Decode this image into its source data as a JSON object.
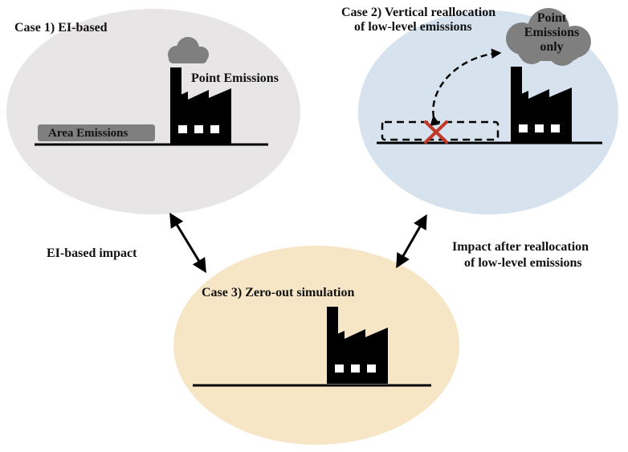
{
  "cases": [
    {
      "title": "Case 1) EI-based",
      "fill": "#e7e5e6"
    },
    {
      "title_line1": "Case 2) Vertical reallocation",
      "title_line2": "of low-level emissions",
      "fill": "#d6e3ee"
    },
    {
      "title": "Case 3) Zero-out simulation",
      "fill": "#f6e6c6"
    }
  ],
  "labels": {
    "point_emissions": "Point Emissions",
    "area_emissions": "Area Emissions",
    "cloud_line1": "Point",
    "cloud_line2": "Emissions",
    "cloud_line3": "only"
  },
  "arrows": {
    "left_label": "EI-based impact",
    "right_label_line1": "Impact after reallocation",
    "right_label_line2": "of low-level emissions"
  },
  "colors": {
    "factory": "#000000",
    "ground": "#000000",
    "cloud": "#7f7f7f",
    "area_box": "#7f7f7f",
    "cross": "#c0392b"
  },
  "icons": [
    "factory-icon",
    "cloud-icon",
    "cross-icon",
    "double-arrow-icon",
    "dashed-arrow-icon"
  ]
}
